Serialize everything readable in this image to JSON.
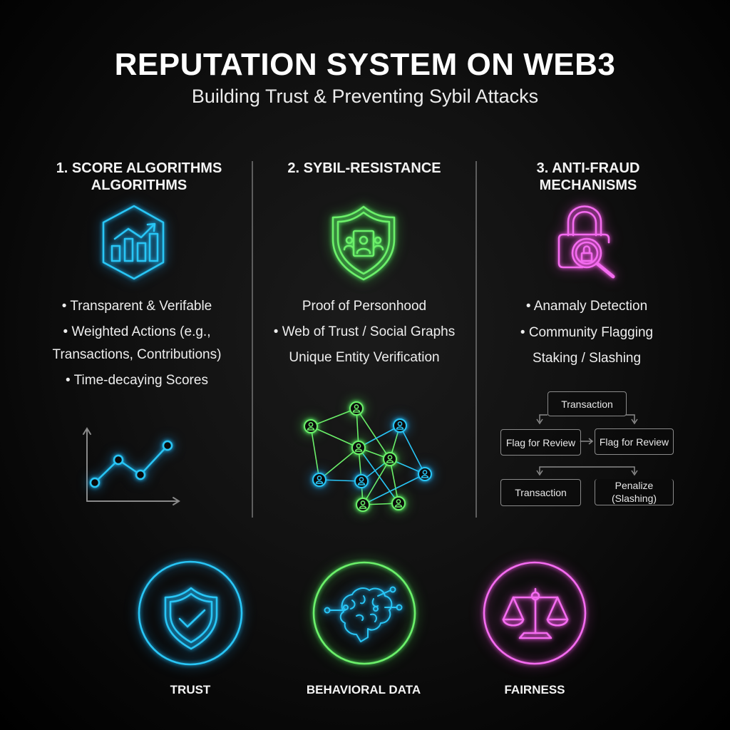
{
  "header": {
    "title": "REPUTATION SYSTEM ON WEB3",
    "subtitle": "Building Trust & Preventing Sybil Attacks"
  },
  "colors": {
    "blue": "#29c6f6",
    "green": "#6cf06a",
    "pink": "#f46cf0",
    "divider": "#5d5d5d"
  },
  "columns": [
    {
      "title_lines": [
        "1. SCORE ALGORITHMS",
        "ALGORITHMS"
      ],
      "icon": "hexagon-bar-chart-icon",
      "bullets": [
        "• Transparent & Verifable",
        "• Weighted Actions (e.g.,",
        "Transactions, Contributions)",
        "• Time-decaying Scores"
      ],
      "chart_icon": "line-chart-icon"
    },
    {
      "title_lines": [
        "2. SYBIL-RESISTANCE"
      ],
      "icon": "shield-people-icon",
      "bullets": [
        "Proof of Personhood",
        "• Web of Trust / Social Graphs",
        "Unique Entity Verification"
      ],
      "graph_icon": "social-network-graph-icon"
    },
    {
      "title_lines": [
        "3. ANTI-FRAUD",
        "MECHANISMS"
      ],
      "icon": "lock-magnifier-icon",
      "bullets": [
        "• Anamaly Detection",
        "• Community Flagging",
        "Staking / Slashing"
      ],
      "flow": {
        "top": "Transaction",
        "mid_left": "Flag for Review",
        "mid_right": "Flag for Review",
        "bottom_left": "Transaction",
        "bottom_right_line1": "Penalize",
        "bottom_right_line2": "(Slashing)"
      }
    }
  ],
  "pillars": [
    {
      "label": "TRUST",
      "icon": "shield-check-icon"
    },
    {
      "label": "BEHAVIORAL DATA",
      "icon": "brain-circuit-icon"
    },
    {
      "label": "FAIRNESS",
      "icon": "balance-scale-icon"
    }
  ]
}
